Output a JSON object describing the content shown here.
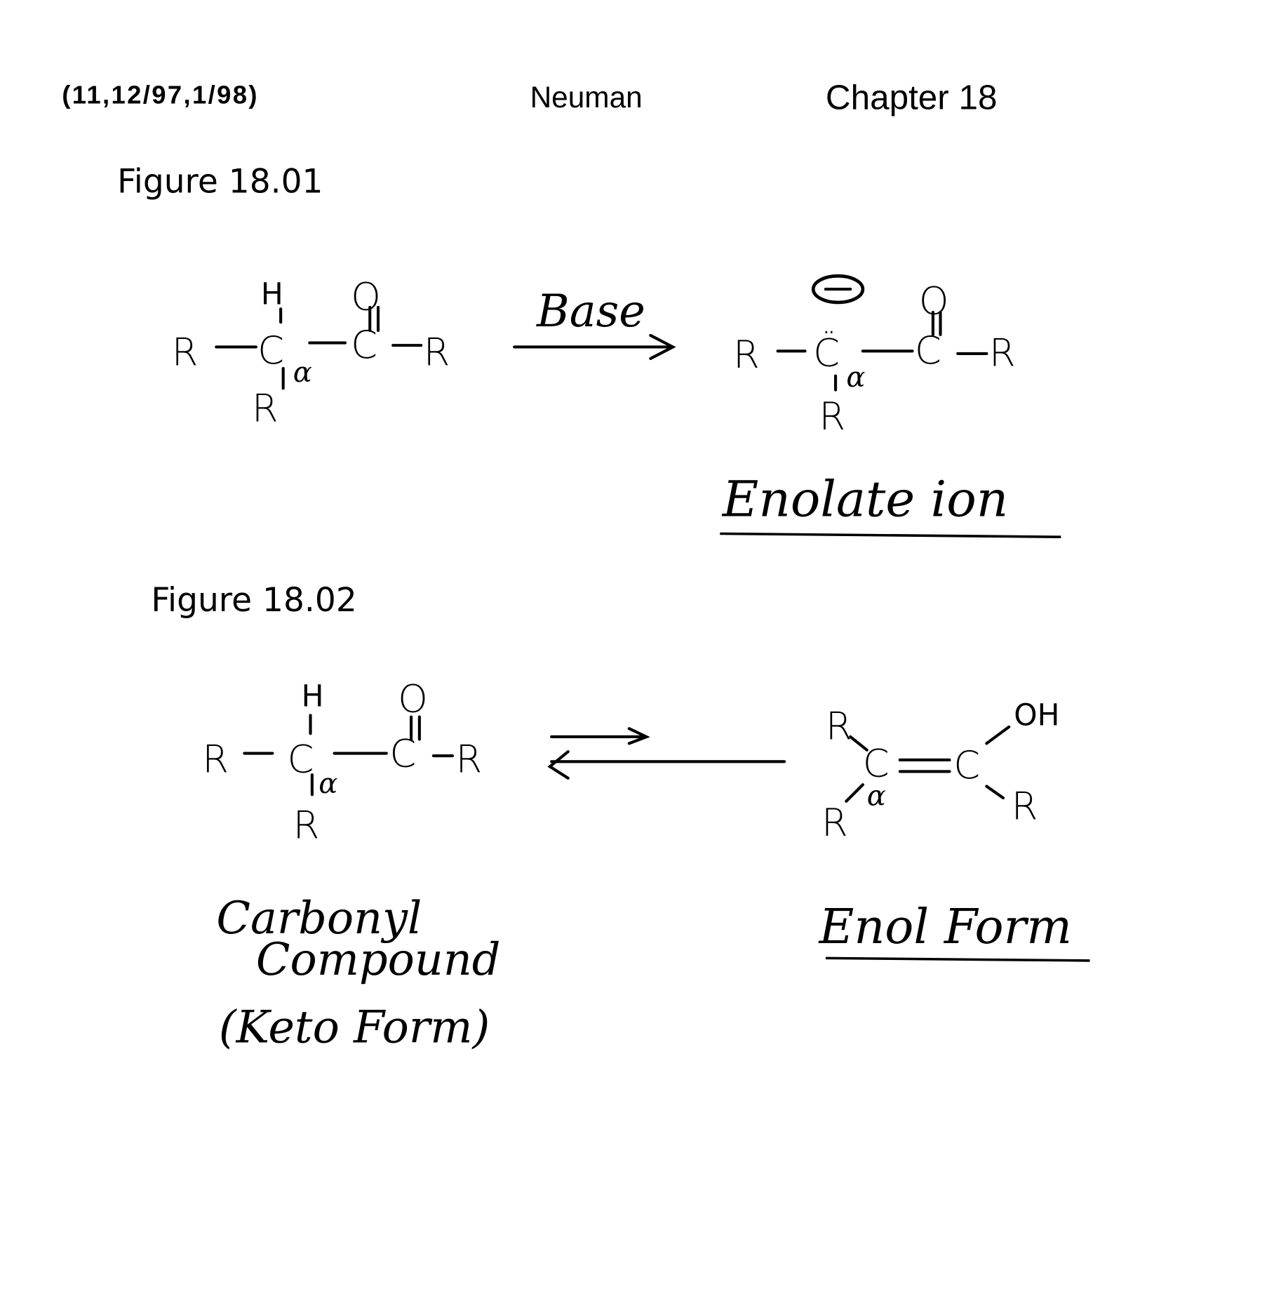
{
  "header": {
    "dates": "(11,12/97,1/98)",
    "author": "Neuman",
    "chapter": "Chapter 18"
  },
  "figure1": {
    "label": "Figure 18.01",
    "reactant": {
      "r_left": "R",
      "carbon_alpha": "C",
      "h": "H",
      "alpha": "α",
      "r_bottom": "R",
      "carbonyl_c": "C",
      "o": "O",
      "r_right": "R"
    },
    "reagent": "Base",
    "product": {
      "charge": "−",
      "r_left": "R",
      "carbanion": "C̈",
      "alpha": "α",
      "r_bottom": "R",
      "carbonyl_c": "C",
      "o": "O",
      "r_right": "R"
    },
    "caption": "Enolate ion"
  },
  "figure2": {
    "label": "Figure 18.02",
    "keto": {
      "r_left": "R",
      "carbon_alpha": "C",
      "h": "H",
      "alpha": "α",
      "r_bottom": "R",
      "carbonyl_c": "C",
      "o": "O",
      "r_right": "R"
    },
    "enol": {
      "r_top": "R",
      "c_alpha": "C",
      "alpha": "α",
      "r_bottom": "R",
      "c2": "C",
      "oh": "OH",
      "r_right": "R"
    },
    "keto_caption": [
      "Carbonyl",
      "Compound",
      "(Keto Form)"
    ],
    "enol_caption": "Enol Form"
  }
}
